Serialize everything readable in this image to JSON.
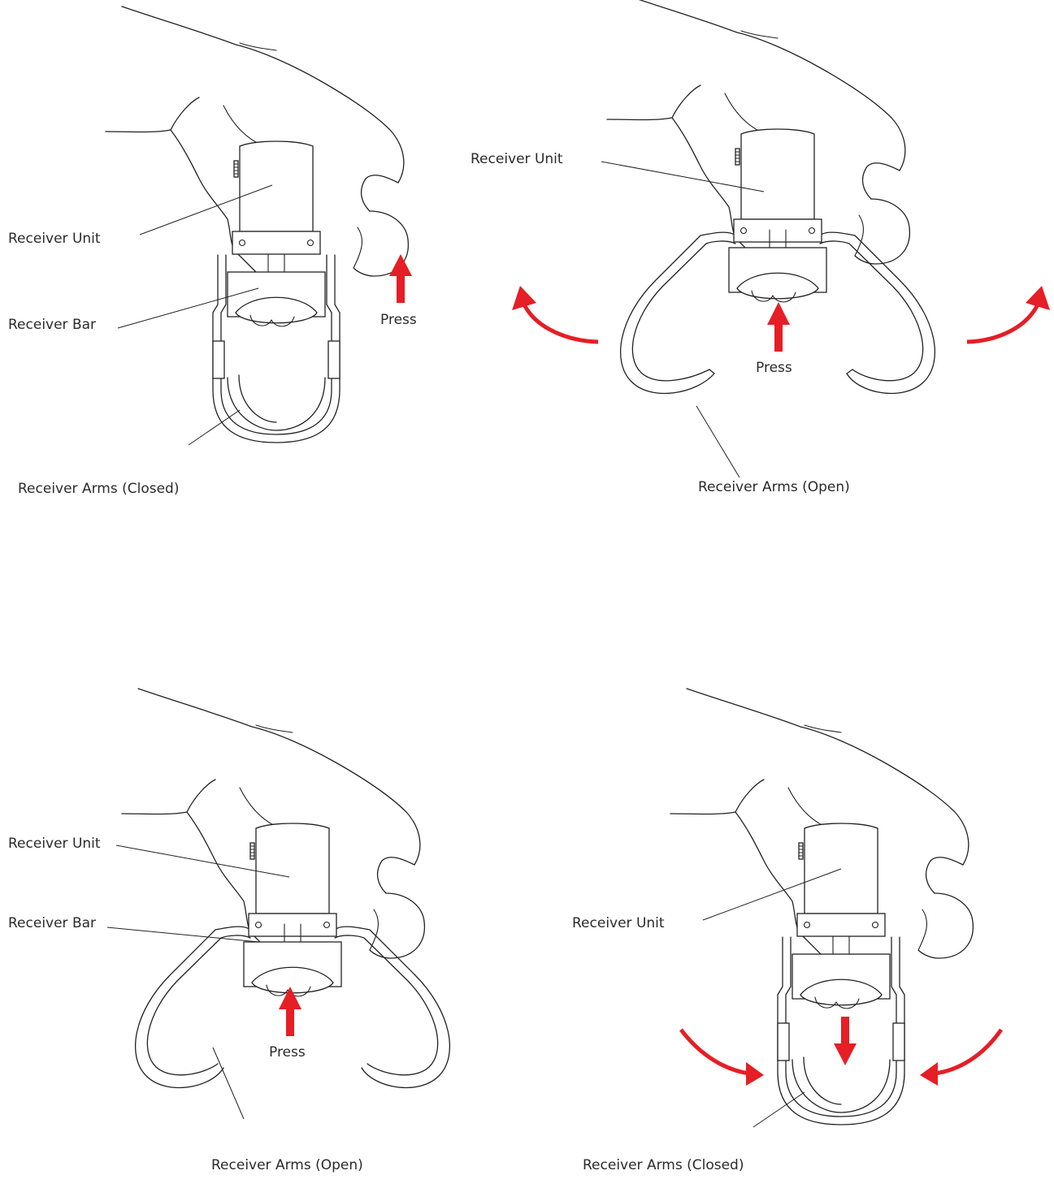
{
  "panels": [
    {
      "id": "top-left",
      "state": "closed",
      "labels": {
        "receiver_unit": "Receiver Unit",
        "receiver_bar": "Receiver Bar",
        "press": "Press",
        "receiver_arms": "Receiver Arms (Closed)"
      }
    },
    {
      "id": "top-right",
      "state": "open",
      "labels": {
        "receiver_unit": "Receiver Unit",
        "press": "Press",
        "receiver_arms": "Receiver Arms (Open)"
      }
    },
    {
      "id": "bottom-left",
      "state": "open",
      "labels": {
        "receiver_unit": "Receiver Unit",
        "receiver_bar": "Receiver Bar",
        "press": "Press",
        "receiver_arms": "Receiver Arms (Open)"
      }
    },
    {
      "id": "bottom-right",
      "state": "closed",
      "labels": {
        "receiver_unit": "Receiver Unit",
        "receiver_arms": "Receiver Arms (Closed)"
      }
    }
  ],
  "colors": {
    "arrow": "#e61e25",
    "line": "#222222",
    "text": "#2b2b2b"
  }
}
